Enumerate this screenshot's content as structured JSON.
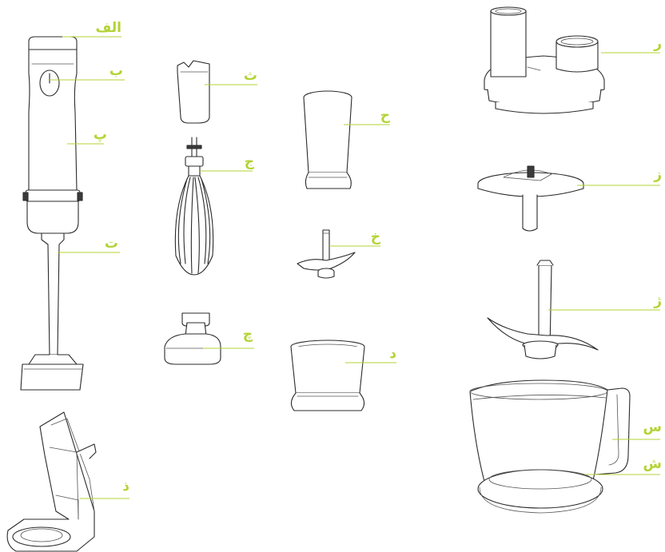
{
  "accent_color": "#b3d334",
  "line_color": "#2b2b2b",
  "labels": {
    "a": "الف",
    "b": "ب",
    "p": "پ",
    "t": "ت",
    "sh_cap": "ث",
    "j": "ج",
    "ch": "چ",
    "h": "ح",
    "kh": "خ",
    "d": "د",
    "z_stand": "ذ",
    "r": "ر",
    "z": "ز",
    "zh": "ژ",
    "s": "س",
    "sh": "ش"
  },
  "parts": [
    {
      "key": "a",
      "name": "motor-unit-top-cap-icon"
    },
    {
      "key": "b",
      "name": "power-button-icon"
    },
    {
      "key": "p",
      "name": "motor-unit-body-icon"
    },
    {
      "key": "t",
      "name": "blender-shaft-icon"
    },
    {
      "key": "sh_cap",
      "name": "measuring-cup-cap-icon"
    },
    {
      "key": "j",
      "name": "whisk-icon"
    },
    {
      "key": "ch",
      "name": "whisk-adapter-icon"
    },
    {
      "key": "h",
      "name": "tall-beaker-icon"
    },
    {
      "key": "kh",
      "name": "small-blade-icon"
    },
    {
      "key": "d",
      "name": "small-chopper-bowl-icon"
    },
    {
      "key": "z_stand",
      "name": "wall-stand-icon"
    },
    {
      "key": "r",
      "name": "food-processor-lid-icon"
    },
    {
      "key": "z",
      "name": "slicing-disc-icon"
    },
    {
      "key": "zh",
      "name": "chopping-blade-icon"
    },
    {
      "key": "s",
      "name": "processor-bowl-icon"
    },
    {
      "key": "sh",
      "name": "anti-slip-base-icon"
    }
  ]
}
